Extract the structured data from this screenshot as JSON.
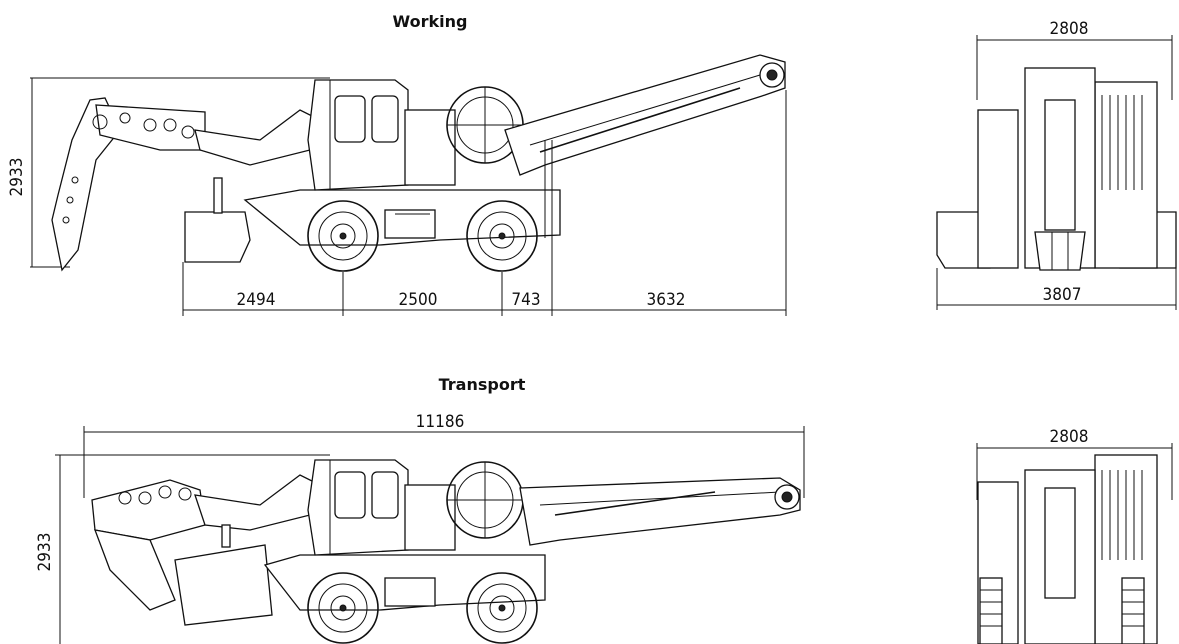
{
  "views": {
    "working": {
      "title": "Working"
    },
    "transport": {
      "title": "Transport"
    }
  },
  "dimensions": {
    "working_height": "2933",
    "rear_overhang": "2494",
    "wheelbase": "2500",
    "conveyor_offset": "743",
    "conveyor_length": "3632",
    "working_front_width": "2808",
    "working_front_outrigger_width": "3807",
    "transport_total_length": "11186",
    "transport_height": "2933",
    "transport_front_width": "2808"
  },
  "colors": {
    "line": "#111111",
    "background": "#ffffff"
  }
}
